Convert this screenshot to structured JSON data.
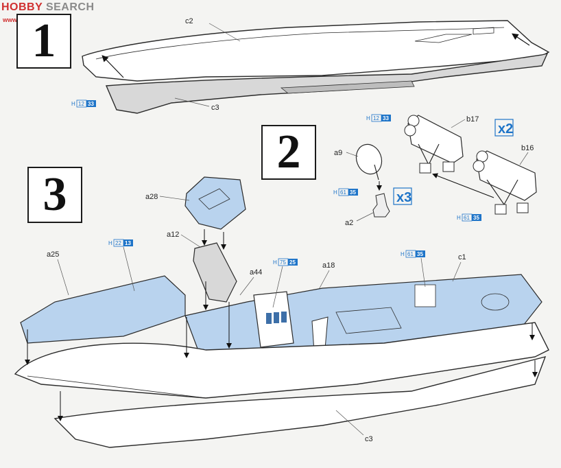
{
  "watermark": {
    "brand": "HOBBY",
    "brand_suffix": "SEARCH",
    "url": "www.hobbysearch.com"
  },
  "steps": {
    "s1": "1",
    "s2": "2",
    "s3": "3"
  },
  "parts": {
    "c2": "c2",
    "c3_top": "c3",
    "c3_bottom": "c3",
    "a9": "a9",
    "a2": "a2",
    "b17": "b17",
    "b16": "b16",
    "a28": "a28",
    "a12": "a12",
    "a44": "a44",
    "a18": "a18",
    "a25": "a25",
    "c1": "c1"
  },
  "multipliers": {
    "b_launchers": "x2",
    "a2_parts": "x3"
  },
  "paint_codes": {
    "p1": {
      "h": "H",
      "h_num": "12",
      "n": "33"
    },
    "p2": {
      "h": "H",
      "h_num": "12",
      "n": "33"
    },
    "p3": {
      "h": "H",
      "h_num": "61",
      "n": "35"
    },
    "p4": {
      "h": "H",
      "h_num": "61",
      "n": "35"
    },
    "p5": {
      "h": "H",
      "h_num": "22",
      "n": "13"
    },
    "p6": {
      "h": "H",
      "h_num": "75",
      "n": "25"
    },
    "p7": {
      "h": "H",
      "h_num": "61",
      "n": "35"
    }
  },
  "colors": {
    "deck_blue": "#b9d3ee",
    "line": "#2a2a2a",
    "accent": "#1e74c8",
    "hull_grey": "#d8d8d8"
  }
}
